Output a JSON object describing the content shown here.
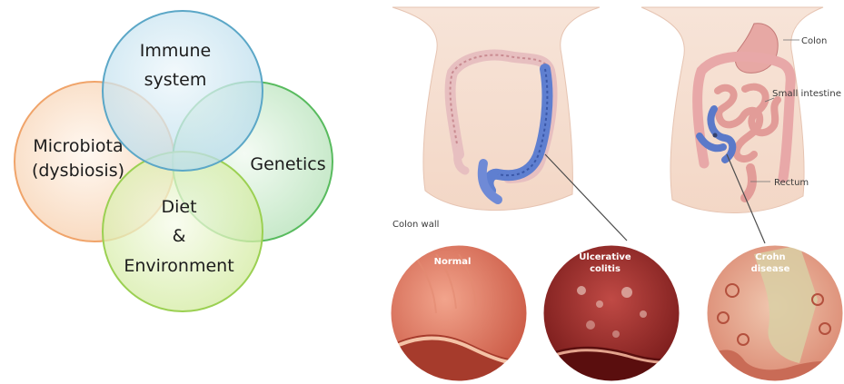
{
  "venn": {
    "immune": [
      "Immune",
      "system"
    ],
    "microbiota": [
      "Microbiota",
      "(dysbiosis)"
    ],
    "genetics": "Genetics",
    "diet": [
      "Diet",
      "&",
      "Environment"
    ]
  },
  "anatomy": {
    "colon": "Colon",
    "small_intestine": "Small intestine",
    "rectum": "Rectum",
    "colon_wall": "Colon wall"
  },
  "cross_sections": {
    "normal": "Normal",
    "ulcerative": [
      "Ulcerative",
      "colitis"
    ],
    "crohn": [
      "Crohn",
      "disease"
    ]
  }
}
